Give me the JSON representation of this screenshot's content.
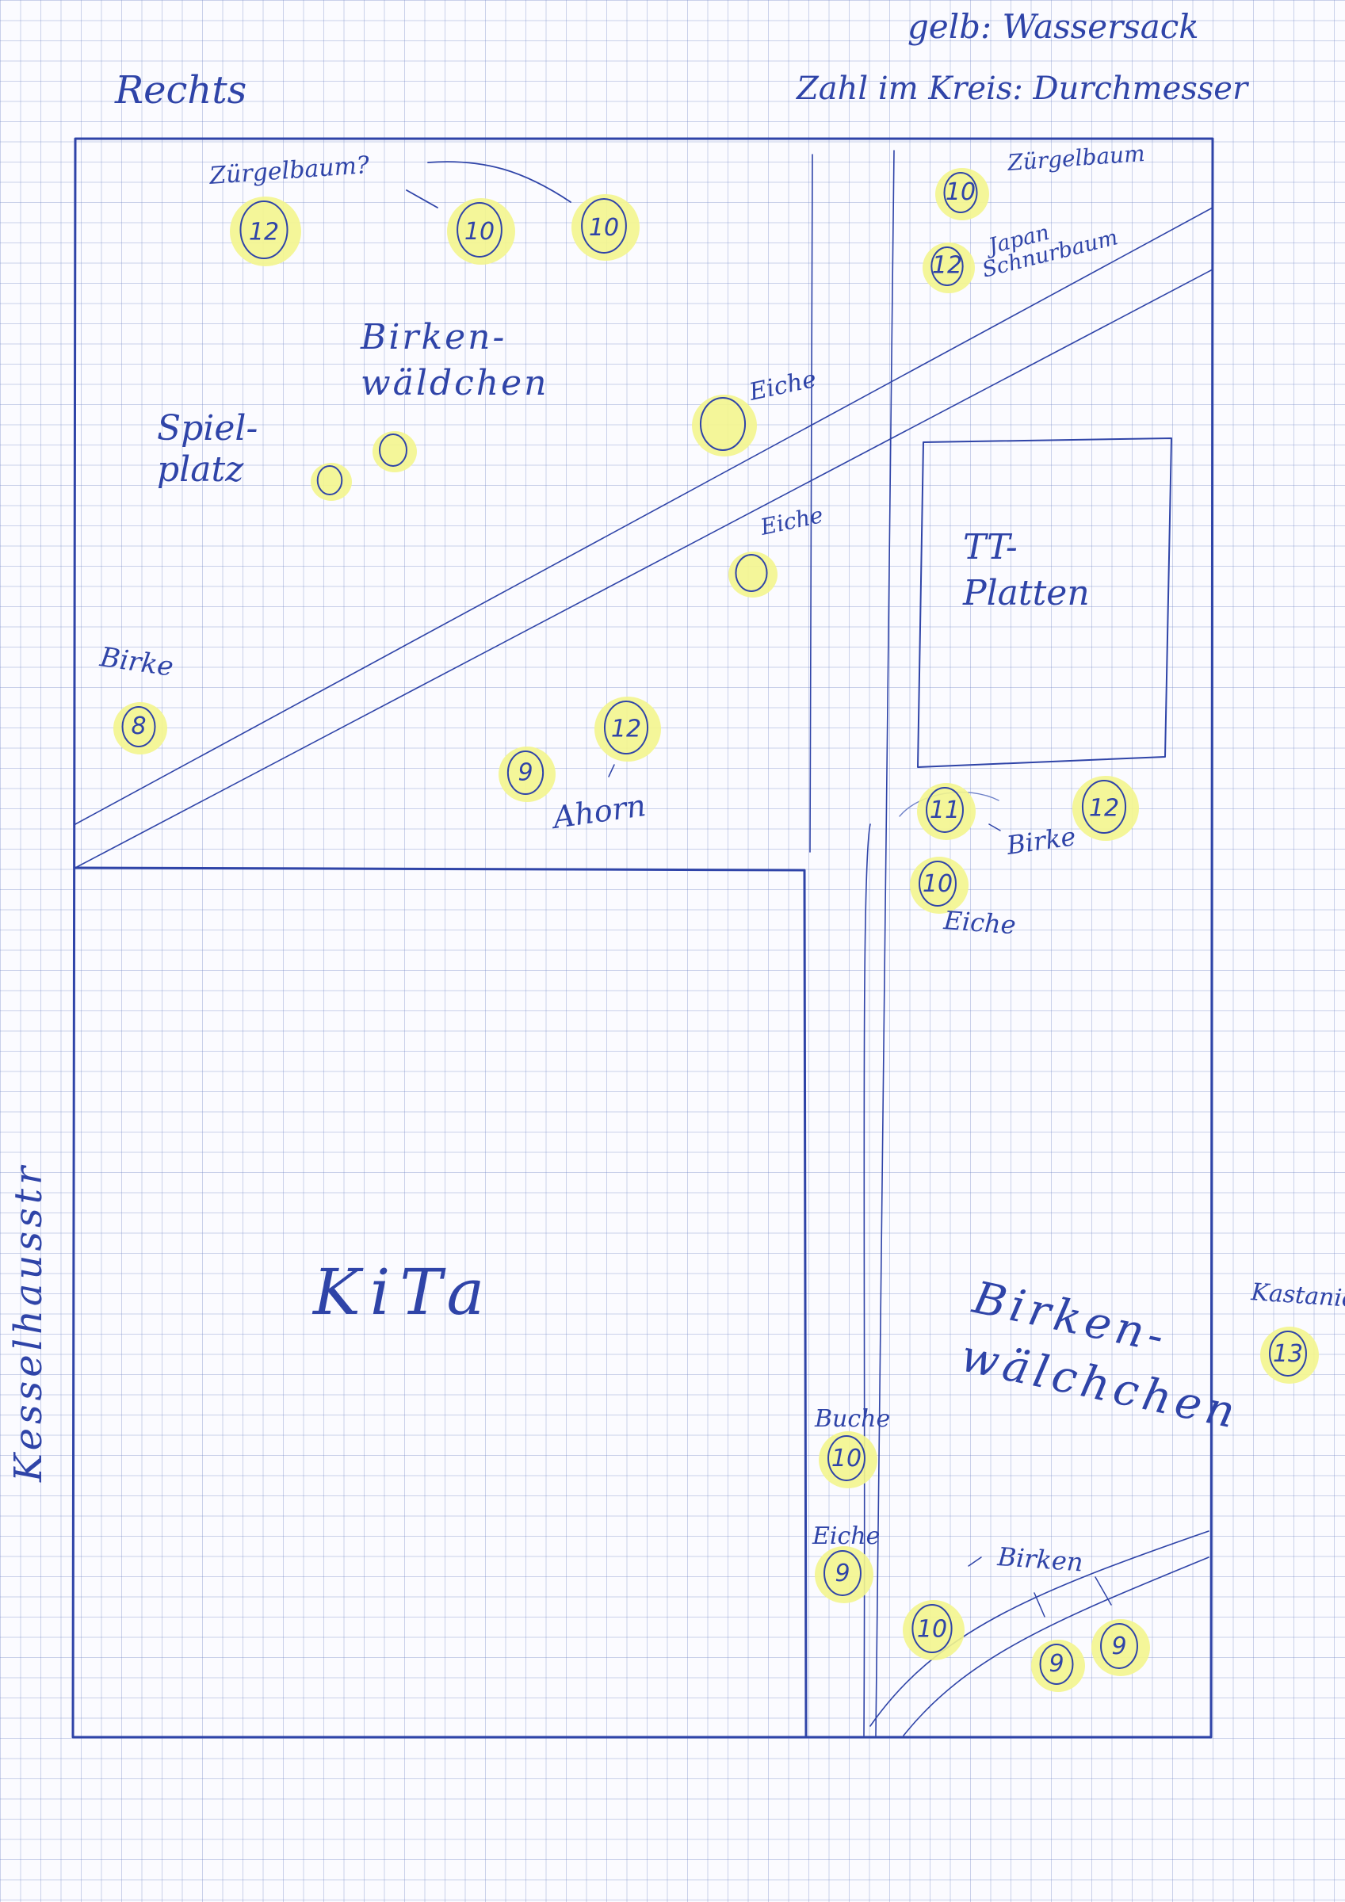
{
  "legend": {
    "line1": "gelb: Wassersack",
    "line2": "Zahl im Kreis: Durchmesser"
  },
  "labels": {
    "rechts": "Rechts",
    "street": "Kesselhausstr",
    "spielplatz": "Spiel-\nplatz",
    "birkenwaeldchen_top": "Birken-\nwäldchen",
    "tt_platten": "TT-\nPlatten",
    "kita": "KiTa",
    "birkenwaeldchen_bottom": "Birken-\nwälchchen"
  },
  "trees": [
    {
      "id": "zuergelbaum-left",
      "species": "Zürgelbaum?",
      "diameter": "12"
    },
    {
      "id": "tree-10-a",
      "species": "",
      "diameter": "10"
    },
    {
      "id": "tree-10-b",
      "species": "",
      "diameter": "10"
    },
    {
      "id": "zuergelbaum-right",
      "species": "Zürgelbaum",
      "diameter": "10"
    },
    {
      "id": "japan-schnurbaum",
      "species": "Japan Schnurbaum",
      "diameter": "12"
    },
    {
      "id": "birke-8",
      "species": "Birke",
      "diameter": "8"
    },
    {
      "id": "ahorn-9",
      "species": "",
      "diameter": "9"
    },
    {
      "id": "ahorn-12",
      "species": "Ahorn",
      "diameter": "12"
    },
    {
      "id": "birke-11",
      "species": "",
      "diameter": "11"
    },
    {
      "id": "birke-12",
      "species": "Birke",
      "diameter": "12"
    },
    {
      "id": "eiche-10",
      "species": "Eiche",
      "diameter": "10"
    },
    {
      "id": "buche-10",
      "species": "Buche",
      "diameter": "10"
    },
    {
      "id": "eiche-9",
      "species": "Eiche",
      "diameter": "9"
    },
    {
      "id": "kastanie-13",
      "species": "Kastanie",
      "diameter": "13"
    },
    {
      "id": "birken-10",
      "species": "Birken",
      "diameter": "10"
    },
    {
      "id": "birken-9-a",
      "species": "",
      "diameter": "9"
    },
    {
      "id": "birken-9-b",
      "species": "",
      "diameter": "9"
    }
  ],
  "unlabeled_trees": [
    {
      "id": "eiche-top",
      "species": "Eiche"
    },
    {
      "id": "eiche-mid",
      "species": "Eiche"
    },
    {
      "id": "birkenwaeldchen-a",
      "species": ""
    },
    {
      "id": "birkenwaeldchen-b",
      "species": ""
    }
  ],
  "colors": {
    "ink": "#2f44a8",
    "highlight": "#f3f58e",
    "grid": "#8c9ccc"
  }
}
